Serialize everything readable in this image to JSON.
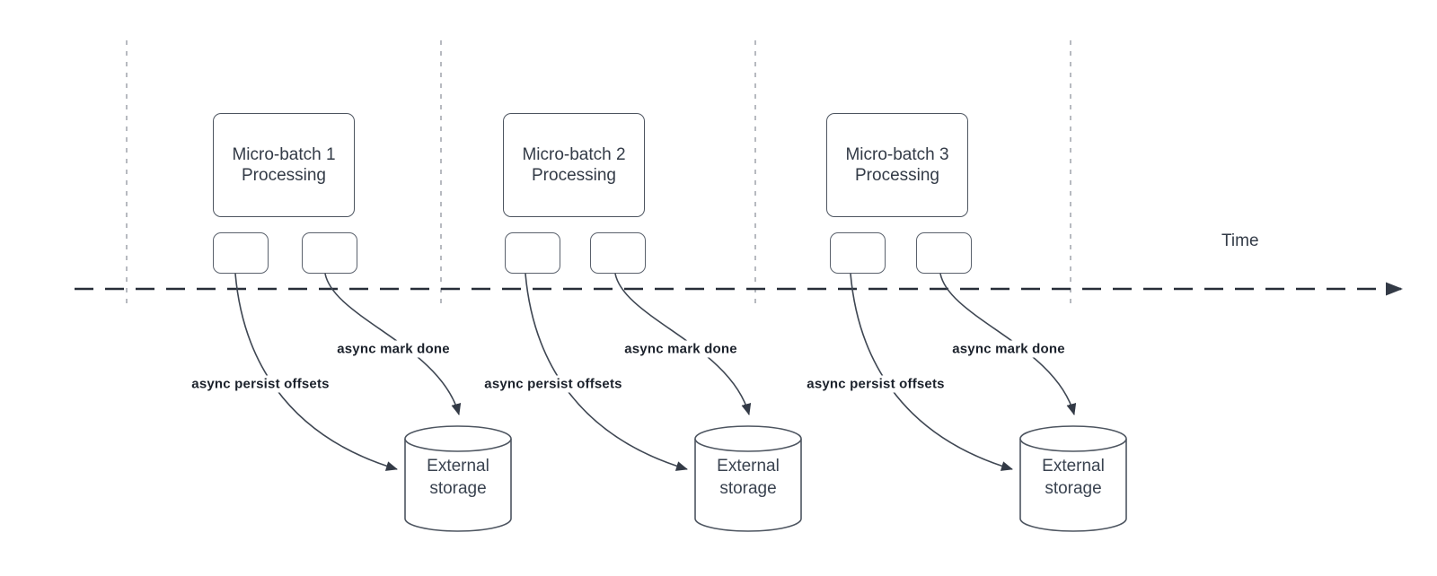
{
  "diagram": {
    "time_axis": {
      "label": "Time"
    },
    "batches": [
      {
        "processing_label": "Micro-batch 1 Processing",
        "persist_arrow_label": "async persist offsets",
        "mark_done_arrow_label": "async mark done",
        "storage_label": "External storage"
      },
      {
        "processing_label": "Micro-batch 2 Processing",
        "persist_arrow_label": "async persist offsets",
        "mark_done_arrow_label": "async mark done",
        "storage_label": "External storage"
      },
      {
        "processing_label": "Micro-batch 3 Processing",
        "persist_arrow_label": "async persist offsets",
        "mark_done_arrow_label": "async mark done",
        "storage_label": "External storage"
      }
    ],
    "colors": {
      "background": "#ffffff",
      "timeline_line": "#272d38",
      "guide_line": "#b7bac0",
      "shape_border": "#4d5560",
      "connector_line": "#3f4753",
      "title_text": "#333b47",
      "bold_label_text": "#1b212b"
    }
  }
}
